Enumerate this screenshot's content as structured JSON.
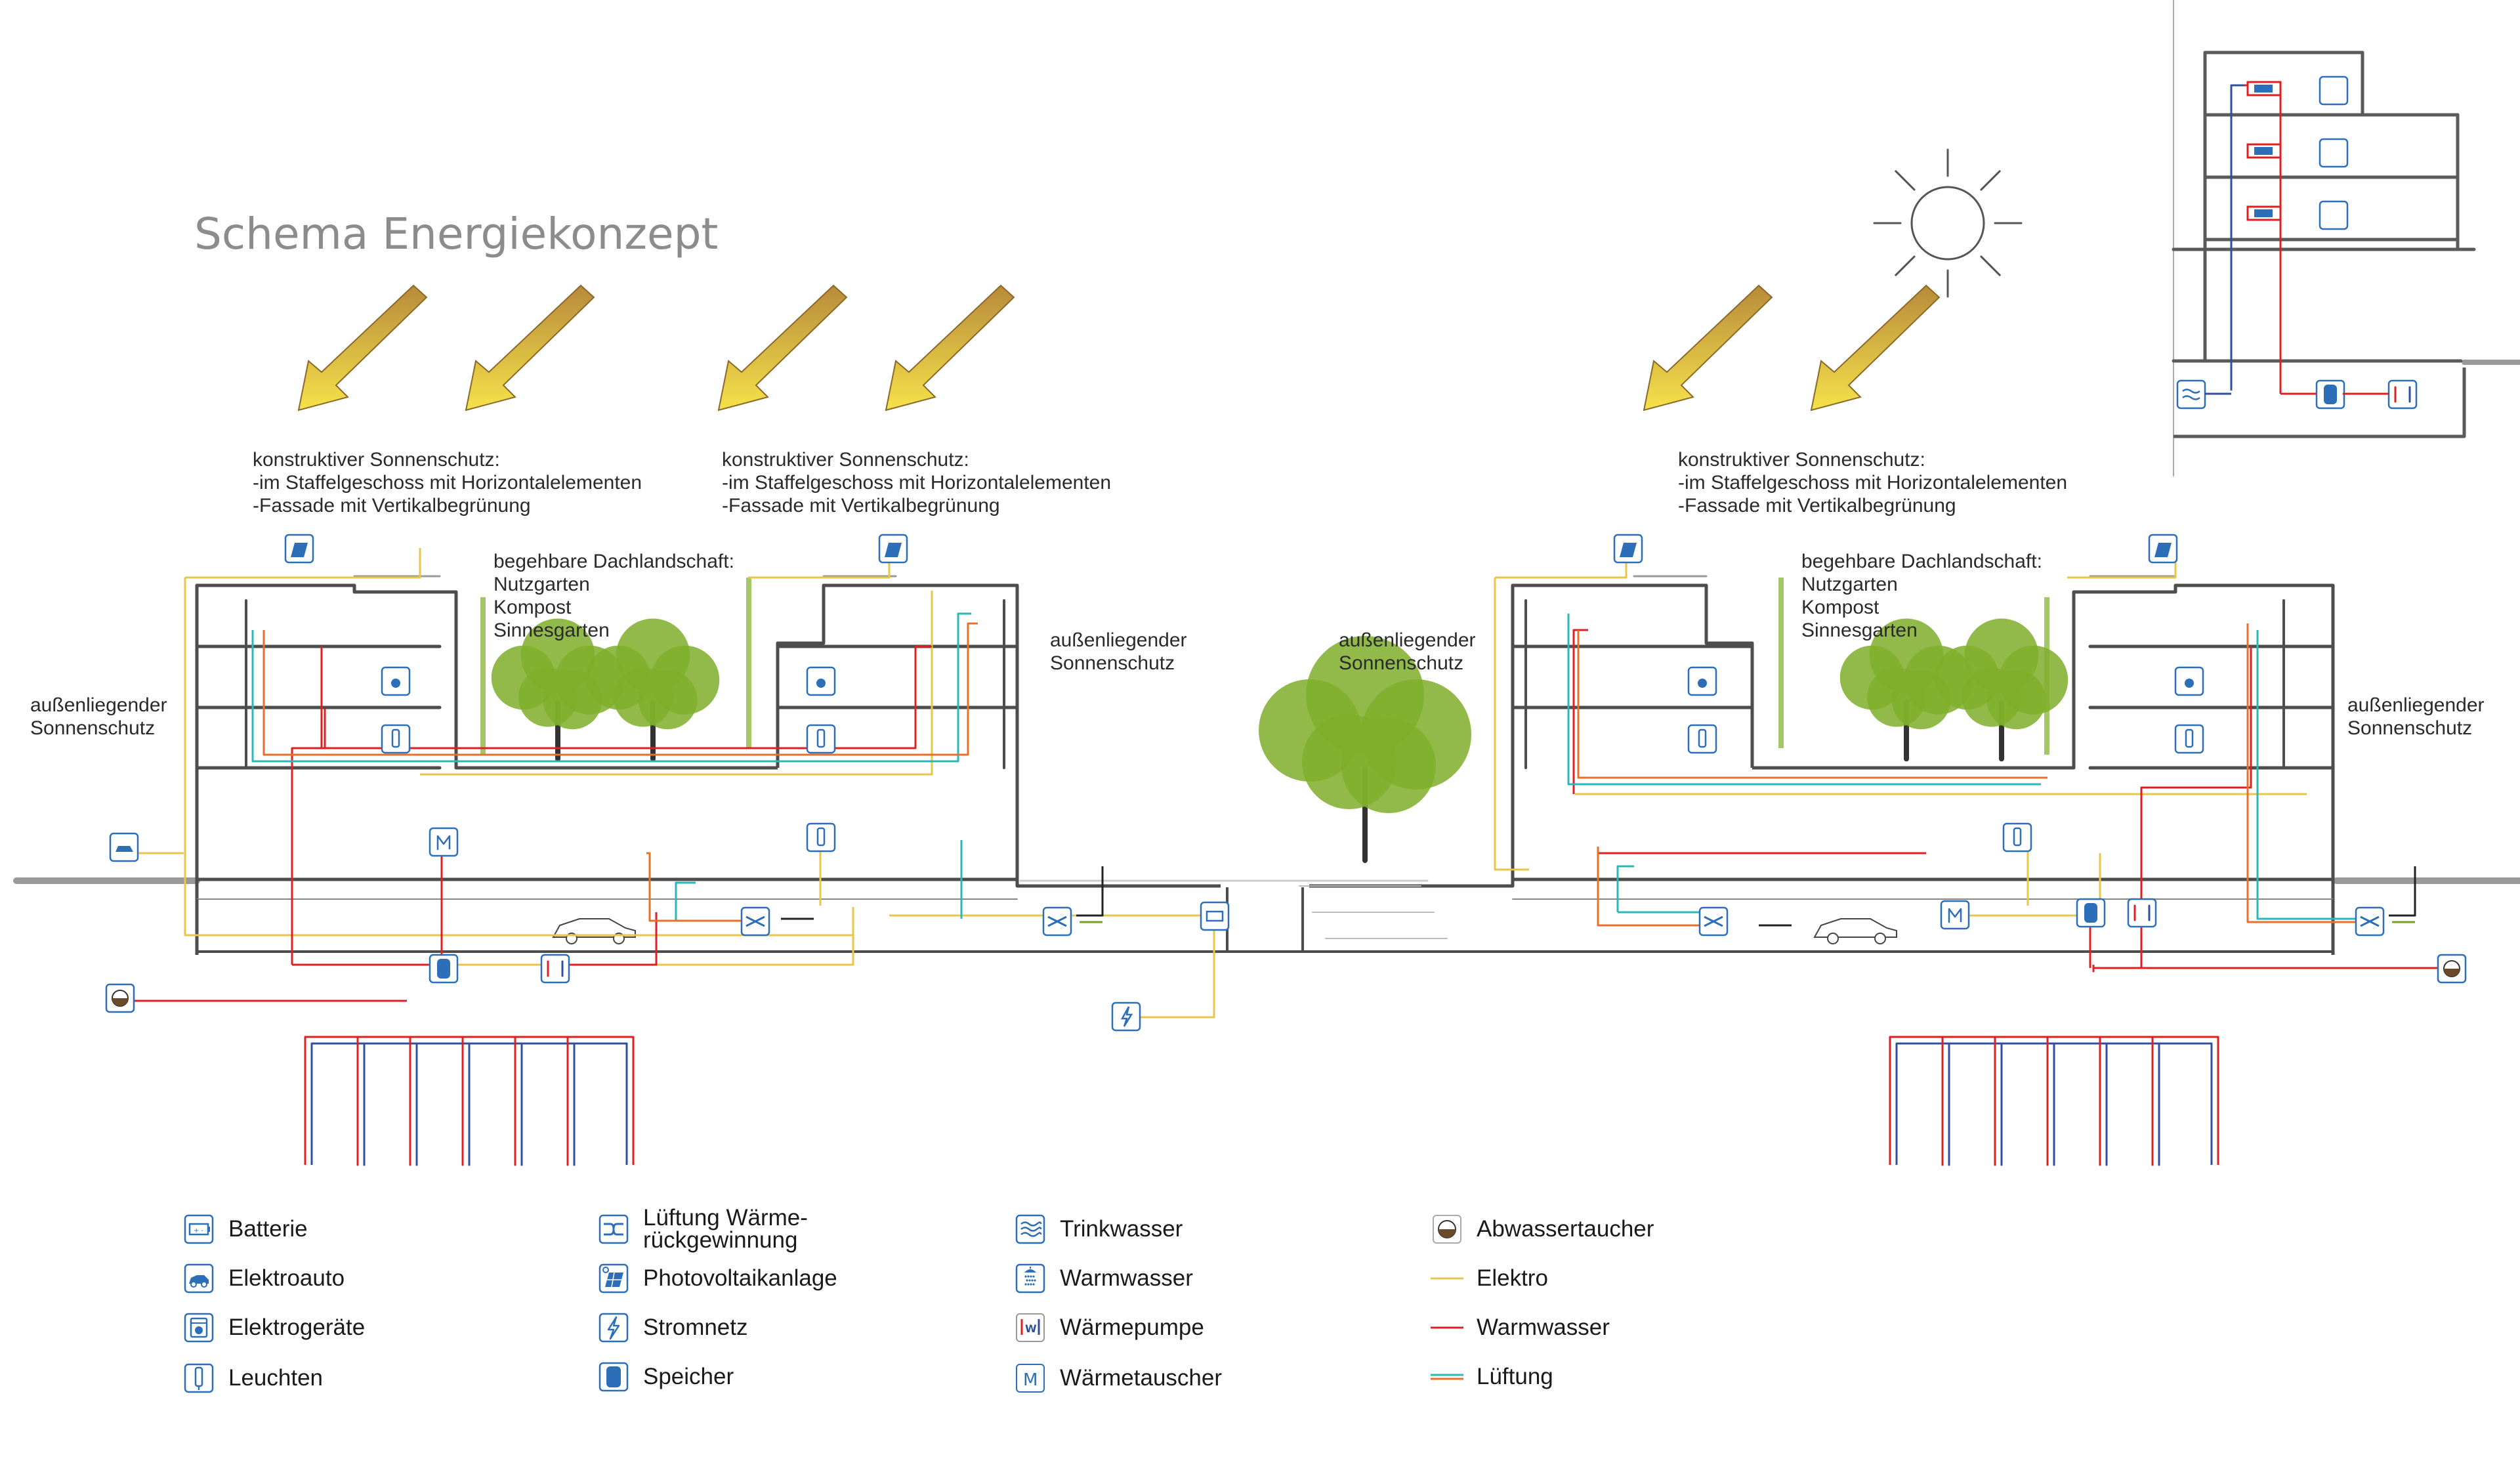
{
  "title": "Schema Energiekonzept",
  "annotations": {
    "sonnenschutz_konstruktiv": [
      "konstruktiver Sonnenschutz:",
      "-im Staffelgeschoss mit Horizontalelementen",
      "-Fassade mit Vertikalbegrünung"
    ],
    "dachlandschaft": [
      "begehbare Dachlandschaft:",
      "Nutzgarten",
      "Kompost",
      "Sinnesgarten"
    ],
    "aussen_sonnenschutz": [
      "außenliegender",
      "Sonnenschutz"
    ]
  },
  "legend": {
    "col1": [
      {
        "label": "Batterie",
        "icon": "battery-icon"
      },
      {
        "label": "Elektroauto",
        "icon": "electric-car-icon"
      },
      {
        "label": "Elektrogeräte",
        "icon": "appliance-icon"
      },
      {
        "label": "Leuchten",
        "icon": "lamp-icon"
      }
    ],
    "col2": [
      {
        "label_line1": "Lüftung Wärme-",
        "label_line2": "rückgewinnung",
        "icon": "heat-recovery-icon"
      },
      {
        "label": "Photovoltaikanlage",
        "icon": "photovoltaic-icon"
      },
      {
        "label": "Stromnetz",
        "icon": "power-grid-icon"
      },
      {
        "label": "Speicher",
        "icon": "storage-tank-icon"
      }
    ],
    "col3": [
      {
        "label": "Trinkwasser",
        "icon": "drinking-water-icon"
      },
      {
        "label": "Warmwasser",
        "icon": "shower-icon"
      },
      {
        "label": "Wärmepumpe",
        "icon": "heat-pump-icon"
      },
      {
        "label": "Wärmetauscher",
        "icon": "heat-exchanger-icon",
        "glyph": "M"
      }
    ],
    "col4": [
      {
        "label": "Abwassertaucher",
        "icon": "wastewater-icon"
      },
      {
        "label": "Elektro",
        "icon": "line-electric-icon"
      },
      {
        "label": "Warmwasser",
        "icon": "line-warmwater-icon"
      },
      {
        "label": "Lüftung",
        "icon": "line-ventilation-icon"
      }
    ]
  },
  "colors": {
    "elektro": "#e8c64a",
    "warmwasser": "#e02020",
    "lueftung_a": "#2ab8b8",
    "lueftung_b": "#e8702a",
    "cold": "#2f4f9f",
    "building": "#5a5a5a",
    "ground": "#9a9a9a",
    "icon": "#2c6fb8",
    "tree": "#7fae2a",
    "arrow": "#d9a82a",
    "green_arrow": "#7aa020"
  }
}
